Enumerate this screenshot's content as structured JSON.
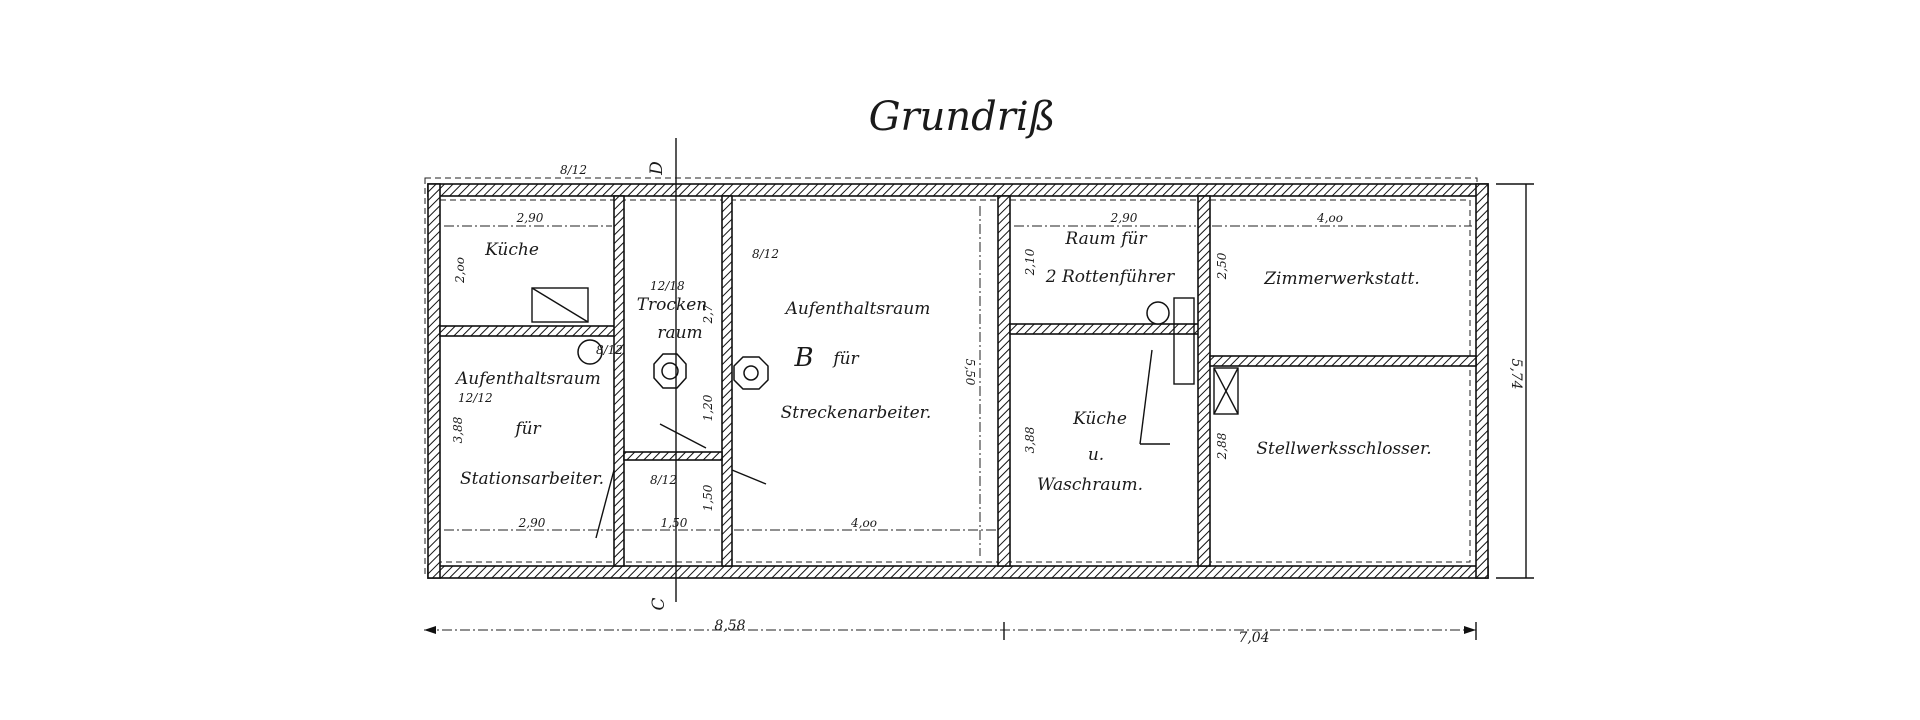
{
  "drawing": {
    "title": "Grundriß",
    "section_mark_top": "D",
    "section_mark_bottom": "C",
    "room_center_mark": "B"
  },
  "rooms": {
    "kueche_left": "Küche",
    "aufenthalt_station_1": "Aufenthaltsraum",
    "aufenthalt_station_2": "für",
    "aufenthalt_station_3": "Stationsarbeiter.",
    "trocken_1": "Trocken",
    "trocken_2": "raum",
    "aufenthalt_strecke_1": "Aufenthaltsraum",
    "aufenthalt_strecke_2": "für",
    "aufenthalt_strecke_3": "Streckenarbeiter.",
    "rotten_1": "Raum für",
    "rotten_2": "2 Rottenführer",
    "kueche_wasch_1": "Küche",
    "kueche_wasch_2": "u.",
    "kueche_wasch_3": "Waschraum.",
    "zimmer": "Zimmerwerkstatt.",
    "stellwerk": "Stellwerksschlosser."
  },
  "dimensions": {
    "d290_top": "2,90",
    "d290_bottom": "2,90",
    "d150": "1,50",
    "d400_bottom": "4,oo",
    "d290_rotten": "2,90",
    "d400_top": "4,oo",
    "d550": "5,50",
    "d574": "5,74",
    "d388_left": "3,88",
    "d388_mid": "3,88",
    "d388_right": "2,88",
    "d120": "1,20",
    "d150_v": "1,50",
    "d250": "2,50",
    "d210": "2,10",
    "d270": "2,7",
    "d200_kueche": "2,oo",
    "total_left": "8,58",
    "total_right": "7,04",
    "beam_a": "8/12",
    "beam_b": "8/12",
    "beam_c": "8/12",
    "beam_d": "8/12",
    "beam_e": "12/12",
    "beam_f": "12/18"
  }
}
